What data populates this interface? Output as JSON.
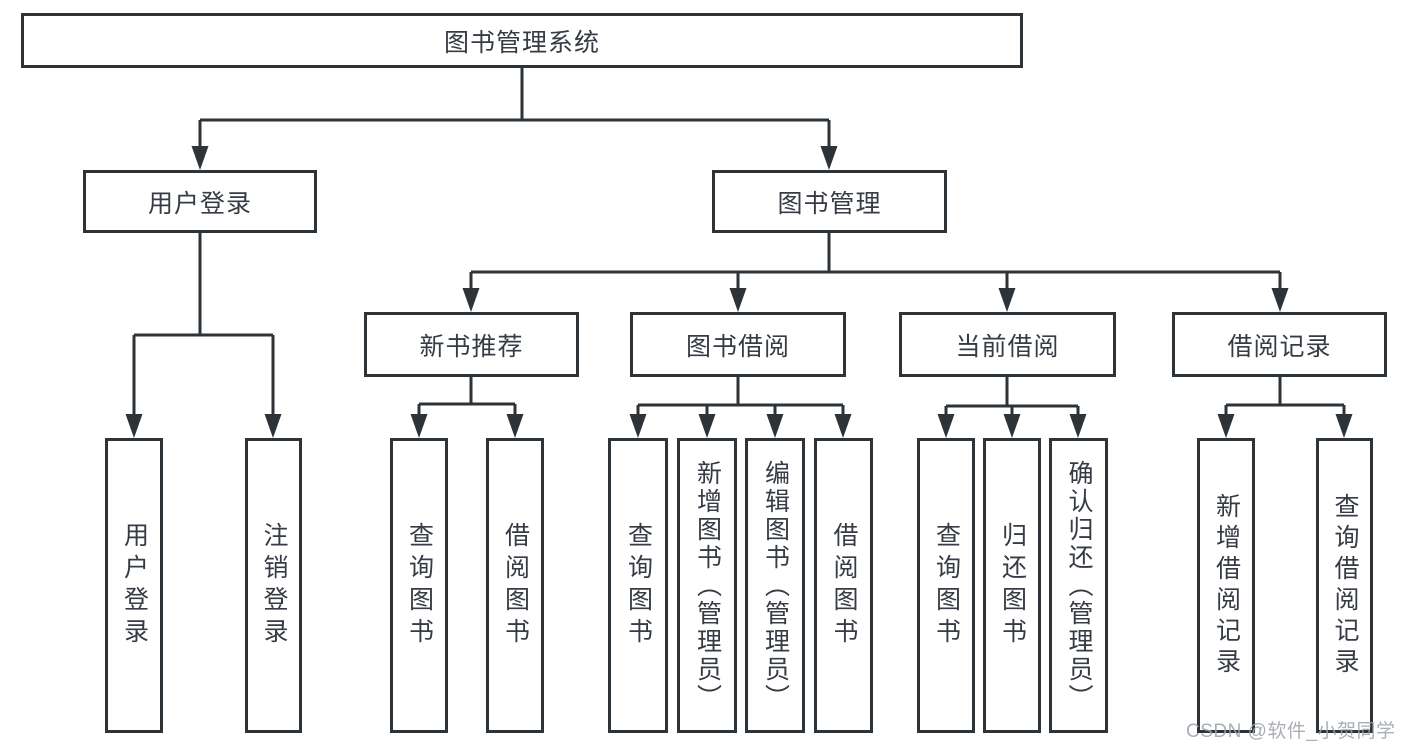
{
  "colors": {
    "line": "#2e3338",
    "text": "#363b44",
    "box_background": "#ffffff",
    "watermark": "#9fa3ab"
  },
  "watermark": {
    "text": "CSDN @软件_小贺同学"
  },
  "tree": {
    "root": {
      "label": "图书管理系统"
    },
    "branches": [
      {
        "label": "用户登录",
        "leaves": [
          {
            "label": "用户登录"
          },
          {
            "label": "注销登录"
          }
        ]
      },
      {
        "label": "图书管理",
        "sections": [
          {
            "label": "新书推荐",
            "leaves": [
              {
                "label": "查询图书"
              },
              {
                "label": "借阅图书"
              }
            ]
          },
          {
            "label": "图书借阅",
            "leaves": [
              {
                "label": "查询图书"
              },
              {
                "label": "新增图书（管理员）"
              },
              {
                "label": "编辑图书（管理员）"
              },
              {
                "label": "借阅图书"
              }
            ]
          },
          {
            "label": "当前借阅",
            "leaves": [
              {
                "label": "查询图书"
              },
              {
                "label": "归还图书"
              },
              {
                "label": "确认归还（管理员）"
              }
            ]
          },
          {
            "label": "借阅记录",
            "leaves": [
              {
                "label": "新增借阅记录"
              },
              {
                "label": "查询借阅记录"
              }
            ]
          }
        ]
      }
    ]
  }
}
